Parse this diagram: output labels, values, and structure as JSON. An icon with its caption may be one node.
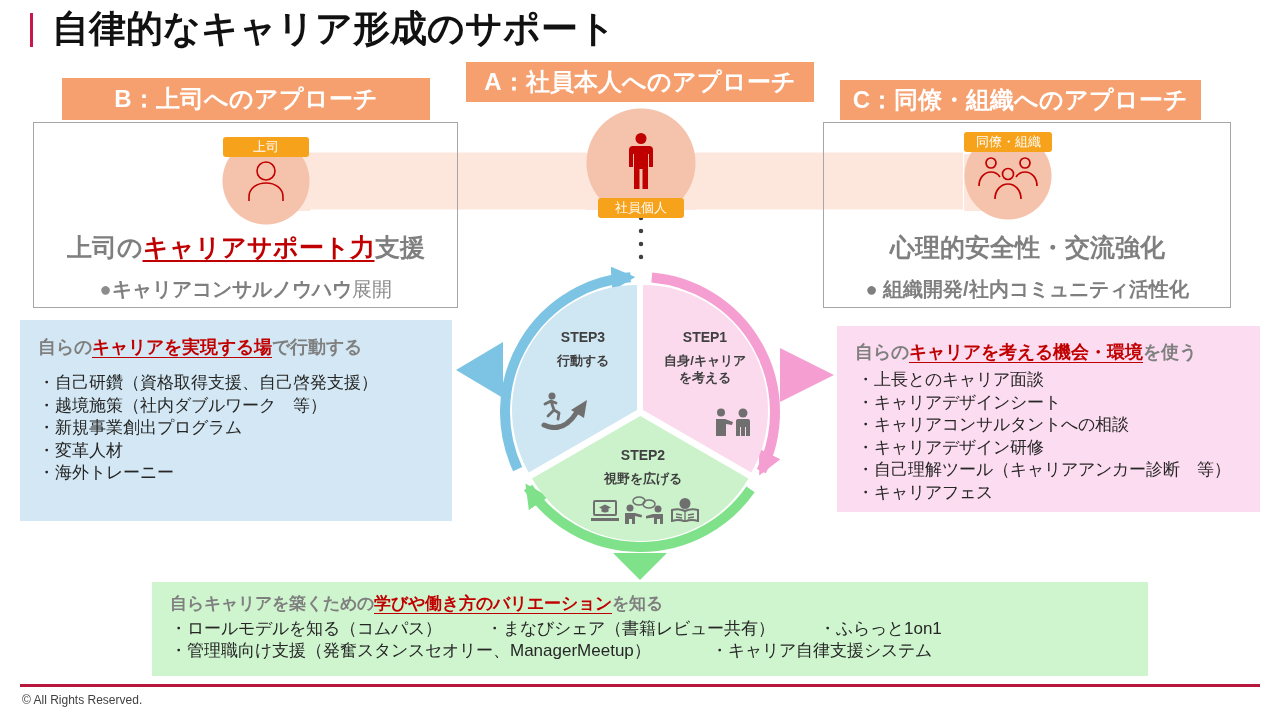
{
  "diagram": {
    "title": "自律的なキャリア形成のサポート",
    "nodes": [
      {
        "text": [
          "B：上司へのアプローチ"
        ]
      },
      {
        "text": [
          "上司の**キャリアサポート力**支援",
          "●**キャリアコンサルノウハウ**展開"
        ]
      },
      {
        "text": [
          "上司"
        ],
        "in": 1
      },
      {
        "text": [
          "A：社員本人へのアプローチ"
        ]
      },
      {
        "text": [
          "社員個人"
        ]
      },
      {
        "text": [
          "C：同僚・組織へのアプローチ"
        ]
      },
      {
        "text": [
          "心理的安全性・交流強化",
          "● 組織開発/社内コミュニティ活性化"
        ]
      },
      {
        "text": [
          "同僚・組織"
        ],
        "in": 6
      },
      {
        "text": [
          "自らの**キャリアを実現する場**で行動する",
          "・自己研鑽（資格取得支援、自己啓発支援）",
          "・越境施策（社内ダブルワーク　等）",
          "・新規事業創出プログラム",
          "・変革人材",
          "・海外トレーニー"
        ]
      },
      {
        "text": [
          "STEP3",
          "行動する"
        ]
      },
      {
        "text": [
          "STEP1",
          "自身/キャリアを考える"
        ]
      },
      {
        "text": [
          "STEP2",
          "視野を広げる"
        ]
      },
      {
        "text": [
          "自らの**キャリアを考える機会・環境**を使う",
          "・上長とのキャリア面談",
          "・キャリアデザインシート",
          "・キャリアコンサルタントへの相談",
          "・キャリアデザイン研修",
          "・自己理解ツール（キャリアアンカー診断　等）",
          "・キャリアフェス"
        ]
      },
      {
        "text": [
          "自らキャリアを築くための**学びや働き方のバリエーション**を知る",
          "・ロールモデルを知る（コムパス）",
          "・まなびシェア（書籍レビュー共有）",
          "・ふらっと1on1",
          "・管理職向け支援（発奮スタンスセオリー、ManagerMeetup）",
          "・キャリア自律支援システム"
        ]
      }
    ],
    "edges": [
      {
        "from": 2,
        "to": 4,
        "arrow": "none",
        "style": "thick",
        "color": "#fde7dd"
      },
      {
        "from": 4,
        "to": 7,
        "arrow": "none",
        "style": "thick",
        "color": "#fde7dd"
      },
      {
        "from": 4,
        "to": null,
        "arrow": "none",
        "style": "dashed",
        "color": "#404040"
      },
      {
        "from": 9,
        "to": 10,
        "arrow": "to",
        "color": "#7dc4e4"
      },
      {
        "from": 10,
        "to": 11,
        "arrow": "to",
        "color": "#f59ed1"
      },
      {
        "from": 11,
        "to": 9,
        "arrow": "to",
        "color": "#7fe28a"
      },
      {
        "from": 9,
        "to": 8,
        "arrow": "to",
        "color": "#7dc4e4"
      },
      {
        "from": 10,
        "to": 12,
        "arrow": "to",
        "color": "#f59ed1"
      },
      {
        "from": 11,
        "to": 13,
        "arrow": "to",
        "color": "#7fe28a"
      }
    ],
    "labels": [
      "© All Rights Reserved."
    ]
  }
}
